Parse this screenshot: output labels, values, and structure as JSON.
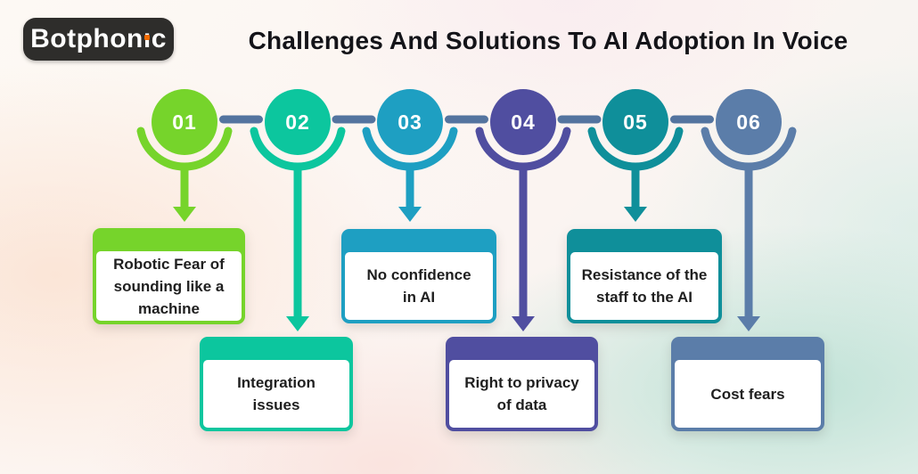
{
  "logo": {
    "text_pre": "Botphon",
    "text_i": "ı",
    "text_post": "c",
    "full_text": "Botphonic",
    "bg_color": "#2e2d2b",
    "dot_color": "#f06a00"
  },
  "title": "Challenges And Solutions To AI Adoption In Voice",
  "connector_color": "#54749f",
  "steps": [
    {
      "number": "01",
      "title": "Robotic Fear of\nsounding like a\nmachine",
      "color": "#76d42b"
    },
    {
      "number": "02",
      "title": "Integration\nissues",
      "color": "#0cc69e"
    },
    {
      "number": "03",
      "title": "No confidence\nin AI",
      "color": "#1e9fc2"
    },
    {
      "number": "04",
      "title": "Right to privacy\nof data",
      "color": "#504ea0"
    },
    {
      "number": "05",
      "title": "Resistance of the\nstaff to the AI",
      "color": "#0f8f9a"
    },
    {
      "number": "06",
      "title": "Cost fears",
      "color": "#5b7da9"
    }
  ]
}
